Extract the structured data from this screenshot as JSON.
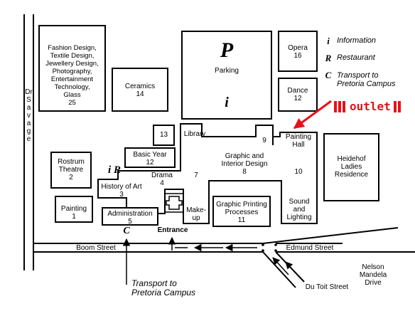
{
  "colors": {
    "ink": "#000000",
    "outlet": "#e8101a",
    "fill": "#ffffff"
  },
  "icons": {
    "entrance_arrow": "arrow-up",
    "outlet_pointer": "arrow-down-left",
    "parking_symbol": "P",
    "information_symbol": "i",
    "restaurant_symbol": "R",
    "transport_symbol": "C"
  },
  "legend": [
    {
      "symbol": "i",
      "label": "Information"
    },
    {
      "symbol": "R",
      "label": "Restaurant"
    },
    {
      "symbol": "C",
      "label": "Transport to\nPretoria Campus"
    }
  ],
  "buildings": {
    "fashion": "Fashion Design,\nTextile Design,\nJewellery Design,\nPhotography,\nEntertainment\nTechnology,\nGlass\n25",
    "ceramics": "Ceramics\n14",
    "parking_p": "P",
    "parking": "Parking",
    "parking_i": "i",
    "opera": "Opera\n16",
    "dance": "Dance\n12",
    "b13": "13",
    "library": "Library",
    "b9": "9",
    "painting_hall": "Painting\nHall",
    "basic_year": "Basic Year\n12",
    "rostrum": "Rostrum\nTheatre\n2",
    "drama": "Drama\n4",
    "b7": "7",
    "graphic": "Graphic and\nInterior Design\n8",
    "b10": "10",
    "heidehof": "Heidehof\nLadies\nResidence",
    "history": "History of Art\n3",
    "painting": "Painting\n1",
    "makeup": "Make-\nup",
    "printing": "Graphic Printing\nProcesses\n11",
    "sound": "Sound\nand\nLighting",
    "admin": "Administration\n5"
  },
  "symbols": {
    "ir": "i R",
    "c_admin": "C"
  },
  "labels": {
    "entrance": "Entrance",
    "outlet": "outlet",
    "boom_street": "Boom Street",
    "edmund_street": "Edmund Street",
    "dr_savage": "Dr\nS\na\nv\na\ng\ne",
    "nelson_mandela": "Nelson\nMandela\nDrive",
    "du_toit": "Du Toit Street",
    "transport_bottom": "Transport to\nPretoria Campus"
  }
}
